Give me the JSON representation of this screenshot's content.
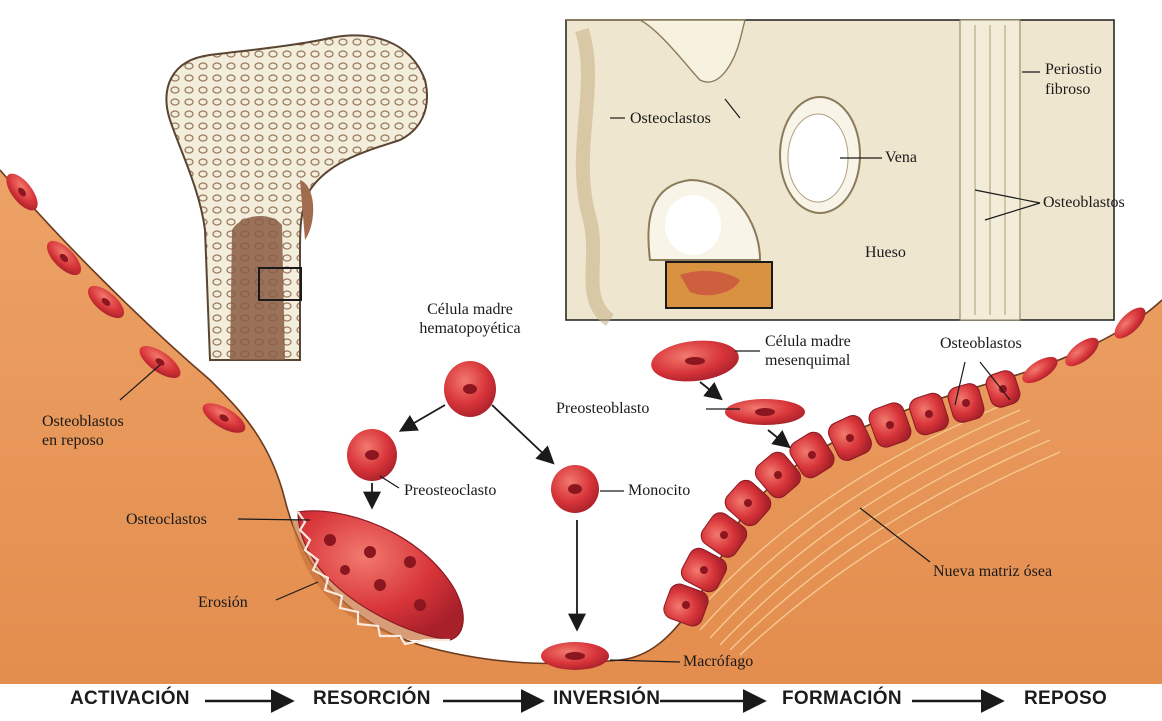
{
  "labels": {
    "periostio": "Periostio",
    "fibroso": "fibroso",
    "osteoclastos_inset": "Osteoclastos",
    "vena": "Vena",
    "osteoblastos_inset": "Osteoblastos",
    "hueso": "Hueso",
    "celula_madre_hemato_1": "Célula madre",
    "celula_madre_hemato_2": "hematopoyética",
    "celula_madre_mesen_1": "Célula madre",
    "celula_madre_mesen_2": "mesenquimal",
    "osteoblastos_top": "Osteoblastos",
    "preosteoblasto": "Preosteoblasto",
    "osteoblastos_reposo_1": "Osteoblastos",
    "osteoblastos_reposo_2": "en reposo",
    "preosteoclasto": "Preosteoclasto",
    "monocito": "Monocito",
    "osteoclastos": "Osteoclastos",
    "erosion": "Erosión",
    "nueva_matriz": "Nueva matriz ósea",
    "macrofago": "Macrófago"
  },
  "phases": [
    "ACTIVACIÓN",
    "RESORCIÓN",
    "INVERSIÓN",
    "FORMACIÓN",
    "REPOSO"
  ],
  "colors": {
    "bone": "#e89a5a",
    "bone_dark": "#c8703a",
    "cell": "#d8333a",
    "cell_nucleus": "#8c1620",
    "inset_bg": "#efe6cf"
  }
}
